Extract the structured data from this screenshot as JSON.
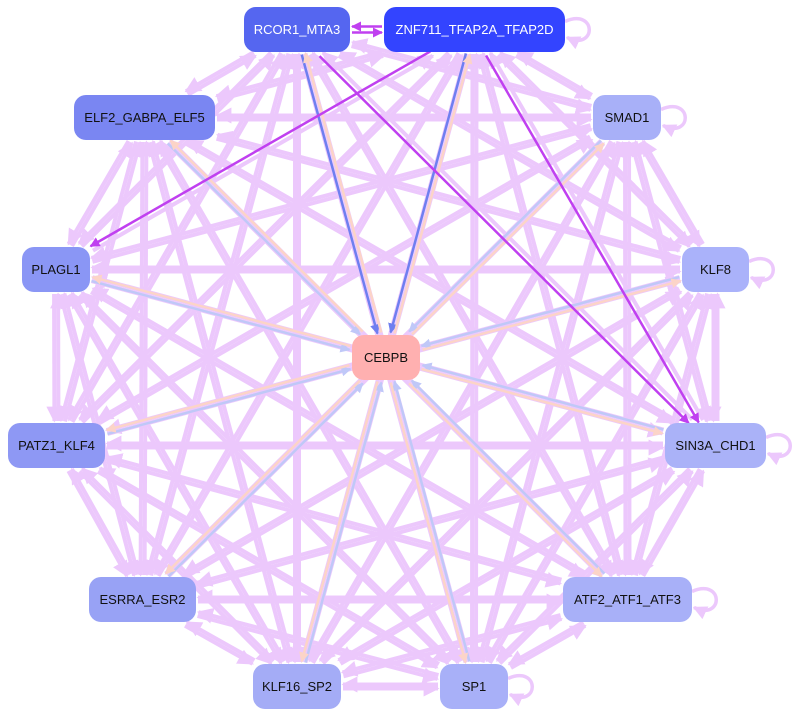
{
  "nodes": [
    {
      "id": "RCOR1_MTA3",
      "label": "RCOR1_MTA3",
      "color": "#5566f0",
      "text_color": "#ffffff"
    },
    {
      "id": "ZNF711_TFAP2A_TFAP2D",
      "label": "ZNF711_TFAP2A_TFAP2D",
      "color": "#3344ff",
      "text_color": "#ffffff"
    },
    {
      "id": "ELF2_GABPA_ELF5",
      "label": "ELF2_GABPA_ELF5",
      "color": "#7a86f2",
      "text_color": "#111111"
    },
    {
      "id": "SMAD1",
      "label": "SMAD1",
      "color": "#a8b0f8",
      "text_color": "#111111"
    },
    {
      "id": "PLAGL1",
      "label": "PLAGL1",
      "color": "#8a96f5",
      "text_color": "#111111"
    },
    {
      "id": "KLF8",
      "label": "KLF8",
      "color": "#aab2fa",
      "text_color": "#111111"
    },
    {
      "id": "CEBPB",
      "label": "CEBPB",
      "color": "#ffb0b0",
      "text_color": "#111111"
    },
    {
      "id": "PATZ1_KLF4",
      "label": "PATZ1_KLF4",
      "color": "#8e98f4",
      "text_color": "#111111"
    },
    {
      "id": "SIN3A_CHD1",
      "label": "SIN3A_CHD1",
      "color": "#aab2f8",
      "text_color": "#111111"
    },
    {
      "id": "ESRRA_ESR2",
      "label": "ESRRA_ESR2",
      "color": "#98a2f5",
      "text_color": "#111111"
    },
    {
      "id": "ATF2_ATF1_ATF3",
      "label": "ATF2_ATF1_ATF3",
      "color": "#a8b0f8",
      "text_color": "#111111"
    },
    {
      "id": "KLF16_SP2",
      "label": "KLF16_SP2",
      "color": "#a4acf6",
      "text_color": "#111111"
    },
    {
      "id": "SP1",
      "label": "SP1",
      "color": "#a8b0f8",
      "text_color": "#111111"
    }
  ],
  "edge_colors": {
    "default": "#ecc8fc",
    "strong": "#c040f0",
    "to_center": "#c0c8f8",
    "to_center_strong": "#6f7ff0",
    "from_center": "#fcd4c8"
  },
  "strong_edges": [
    [
      "RCOR1_MTA3",
      "ZNF711_TFAP2A_TFAP2D"
    ],
    [
      "ZNF711_TFAP2A_TFAP2D",
      "RCOR1_MTA3"
    ],
    [
      "ZNF711_TFAP2A_TFAP2D",
      "PLAGL1"
    ],
    [
      "RCOR1_MTA3",
      "SIN3A_CHD1"
    ],
    [
      "ZNF711_TFAP2A_TFAP2D",
      "SIN3A_CHD1"
    ]
  ],
  "self_loops": [
    "ZNF711_TFAP2A_TFAP2D",
    "SMAD1",
    "KLF8",
    "SIN3A_CHD1",
    "ATF2_ATF1_ATF3",
    "SP1"
  ],
  "center": "CEBPB"
}
